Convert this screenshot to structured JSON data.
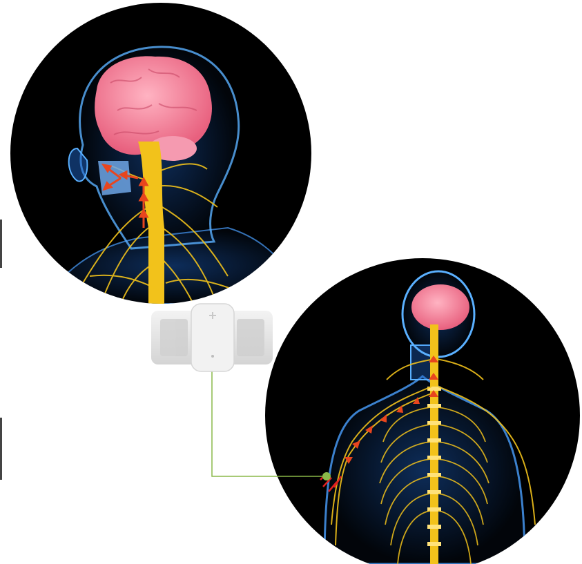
{
  "diagram": {
    "colors": {
      "background": "#ffffff",
      "circle_fill": "#000000",
      "body_glow": "#1e64c8",
      "brain": "#f27d96",
      "nerves": "#f2c21b",
      "signal_arrows": "#e8451e",
      "connector_line": "#8ab848",
      "electrode_dot": "#8ab848",
      "device": "#e4e4e4",
      "pain_marks": "#e02020"
    },
    "icons": {
      "head_view": "head-nerve-anatomy-illustration",
      "torso_view": "torso-nerve-anatomy-illustration",
      "device": "wearable-neurostimulation-device",
      "device_button": "plus-icon"
    }
  }
}
